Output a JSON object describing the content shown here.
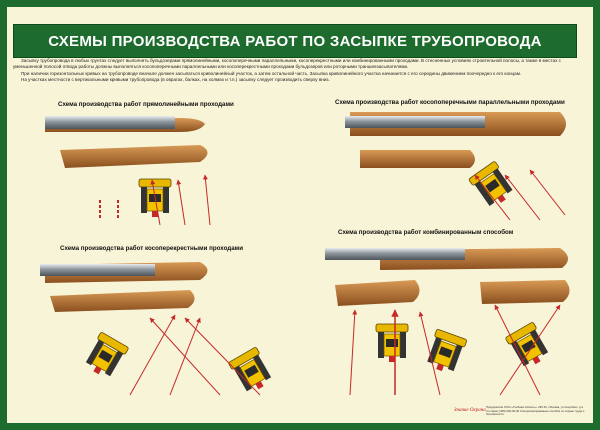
{
  "poster": {
    "title": "СХЕМЫ ПРОИЗВОДСТВА РАБОТ ПО ЗАСЫПКЕ ТРУБОПРОВОДА",
    "intro": [
      "Засыпку трубопровода в любых грунтах следует выполнять бульдозерами прямолинейными, косопоперечными параллельными, косоперекрестными или комбинированными проходами. В стесненных условиях строительной полосы, а также в местах с уменьшенной полосой отвода работы должны выполняться косопоперечными параллельными или косоперекрестными проходами бульдозеров или роторными траншеезасыпателями.",
      "При наличии горизонтальных кривых на трубопроводе вначале должен засыпаться криволинейный участок, а затем остальной часть. Засыпка криволинейного участка начинается с его середины движением поочередно к его концам.",
      "На участках местности с вертикальными кривыми трубопровода (в оврагах, балках, на холмах и т.п.) засыпку следует производить сверху вниз."
    ],
    "captions": {
      "straight": "Схема производства работ  прямолинейными проходами",
      "parallel": "Схема производства работ косопоперечными параллельными проходами",
      "cross": "Схема производства работ косоперекрестными проходами",
      "combined": "Схема производства работ  комбинированным способом"
    },
    "footer": {
      "brand": "Знание  Охрана",
      "note": "Предприятие ООО «Учебная область»: 236 46, г.Москва, ул.Скоробых, д.4 тел./факс (495) 000-00-00 Специализированные пособия по охране труда и безопасности"
    }
  },
  "colors": {
    "background": "#1e6b2e",
    "paper": "#f8f4d8",
    "pipe": "#9aa0a6",
    "soil": "#b8743a",
    "arrow": "#c62828",
    "bulldozer": "#e8b700"
  }
}
